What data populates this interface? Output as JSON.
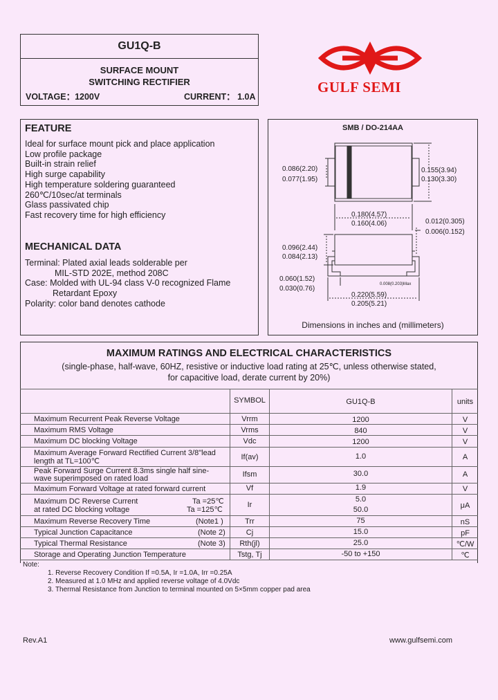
{
  "header": {
    "part_number": "GU1Q-B",
    "title_line1": "SURFACE  MOUNT",
    "title_line2": "SWITCHING  RECTIFIER",
    "voltage": "VOLTAGE：1200V",
    "current": "CURRENT：  1.0A",
    "logo_text": "GULF SEMI",
    "brand_color": "#e01818"
  },
  "feature": {
    "title": "FEATURE",
    "items": [
      "Ideal for surface mount pick and place application",
      "Low profile package",
      "Built-in strain relief",
      "High surge capability",
      "High temperature soldering guaranteed",
      "260℃/10sec/at terminals",
      "Glass passivated chip",
      "Fast recovery time for high efficiency"
    ]
  },
  "mechanical": {
    "title": "MECHANICAL DATA",
    "lines": [
      "Terminal:  Plated axial leads solderable per",
      "MIL-STD 202E, method 208C",
      "Case:  Molded with UL-94 class V-0 recognized Flame",
      "Retardant Epoxy",
      "Polarity:  color band denotes cathode"
    ]
  },
  "package": {
    "title": "SMB / DO-214AA",
    "dims": {
      "w_lead_max": "0.086(2.20)",
      "w_lead_min": "0.077(1.95)",
      "h_max": "0.155(3.94)",
      "h_min": "0.130(3.30)",
      "len_max": "0.180(4.57)",
      "len_min": "0.160(4.06)",
      "t_max": "0.012(0.305)",
      "t_min": "0.006(0.152)",
      "ht_max": "0.096(2.44)",
      "ht_min": "0.084(2.13)",
      "foot_max": "0.060(1.52)",
      "foot_min": "0.030(0.76)",
      "total_max": "0.220(5.59)",
      "total_min": "0.205(5.21)",
      "small": "0.008(0.203)Max"
    },
    "caption": "Dimensions in inches and (millimeters)"
  },
  "ratings": {
    "title": "MAXIMUM  RATINGS  AND  ELECTRICAL  CHARACTERISTICS",
    "subtitle1": "(single-phase, half-wave, 60HZ, resistive or inductive load rating at 25℃, unless otherwise stated,",
    "subtitle2": "for capacitive load, derate current by 20%)",
    "col_symbol": "SYMBOL",
    "col_part": "GU1Q-B",
    "col_units": "units",
    "rows": [
      {
        "p1": "Maximum Recurrent Peak Reverse Voltage",
        "p2": "",
        "note": "",
        "sym": "Vrrm",
        "val": "1200",
        "val2": "",
        "unit": "V"
      },
      {
        "p1": "Maximum RMS Voltage",
        "p2": "",
        "note": "",
        "sym": "Vrms",
        "val": "840",
        "val2": "",
        "unit": "V"
      },
      {
        "p1": "Maximum DC blocking Voltage",
        "p2": "",
        "note": "",
        "sym": "Vdc",
        "val": "1200",
        "val2": "",
        "unit": "V"
      },
      {
        "p1": "Maximum  Average  Forward  Rectified  Current  3/8\"lead",
        "p2": "length at TL=100℃",
        "note": "",
        "sym": "If(av)",
        "val": "1.0",
        "val2": "",
        "unit": "A"
      },
      {
        "p1": "Peak  Forward  Surge  Current  8.3ms  single  half  sine-",
        "p2": "wave superimposed on rated load",
        "note": "",
        "sym": "Ifsm",
        "val": "30.0",
        "val2": "",
        "unit": "A"
      },
      {
        "p1": "Maximum Forward Voltage at rated forward current",
        "p2": "",
        "note": "",
        "sym": "Vf",
        "val": "1.9",
        "val2": "",
        "unit": "V"
      },
      {
        "p1": "Maximum DC Reverse Current",
        "p2": "at rated DC blocking voltage",
        "note": "Ta =25℃",
        "note2": "Ta =125℃",
        "sym": "Ir",
        "val": "5.0",
        "val2": "50.0",
        "unit": "μA"
      },
      {
        "p1": "Maximum Reverse Recovery Time",
        "p2": "",
        "note": "(Note1 )",
        "sym": "Trr",
        "val": "75",
        "val2": "",
        "unit": "nS"
      },
      {
        "p1": "Typical Junction Capacitance",
        "p2": "",
        "note": "(Note 2)",
        "sym": "Cj",
        "val": "15.0",
        "val2": "",
        "unit": "pF"
      },
      {
        "p1": "Typical Thermal Resistance",
        "p2": "",
        "note": "(Note 3)",
        "sym": "Rth(jl)",
        "val": "25.0",
        "val2": "",
        "unit": "℃/W"
      },
      {
        "p1": "Storage and Operating Junction Temperature",
        "p2": "",
        "note": "",
        "sym": "Tstg, Tj",
        "val": "-50 to +150",
        "val2": "",
        "unit": "℃"
      }
    ]
  },
  "notes": {
    "label": "Note:",
    "items": [
      "1.  Reverse Recovery Condition If =0.5A, Ir =1.0A, Irr =0.25A",
      "2.  Measured at 1.0 MHz and applied reverse voltage of 4.0Vdc",
      "3. Thermal Resistance from Junction to terminal mounted on 5×5mm copper pad area"
    ]
  },
  "footer": {
    "rev": "Rev.A1",
    "url": "www.gulfsemi.com"
  }
}
